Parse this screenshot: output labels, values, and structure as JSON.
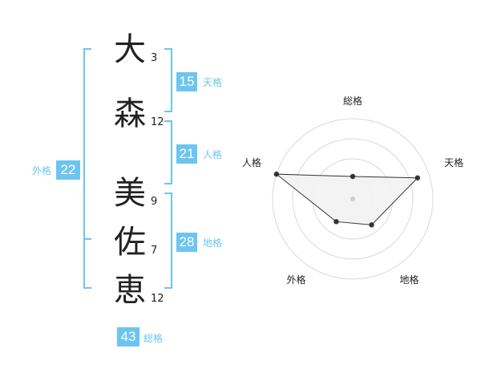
{
  "name": {
    "chars": [
      {
        "char": "大",
        "strokes": "3"
      },
      {
        "char": "森",
        "strokes": "12"
      },
      {
        "char": "美",
        "strokes": "9"
      },
      {
        "char": "佐",
        "strokes": "7"
      },
      {
        "char": "恵",
        "strokes": "12"
      }
    ]
  },
  "kaku": {
    "tenkaku": {
      "value": "15",
      "label": "天格"
    },
    "jinkaku": {
      "value": "21",
      "label": "人格"
    },
    "chikaku": {
      "value": "28",
      "label": "地格"
    },
    "gaikaku": {
      "value": "22",
      "label": "外格"
    },
    "soukaku": {
      "value": "43",
      "label": "総格"
    }
  },
  "colors": {
    "accent": "#6cc5f1",
    "text": "#222222",
    "radar_fill": "#f2f2f2",
    "radar_ring": "#d9d9d9"
  },
  "chart_data": {
    "type": "radar",
    "axes": [
      "総格",
      "天格",
      "地格",
      "外格",
      "人格"
    ],
    "values": [
      0.28,
      0.85,
      0.4,
      0.35,
      1.0
    ],
    "rings": 4,
    "range": [
      0,
      1
    ]
  }
}
